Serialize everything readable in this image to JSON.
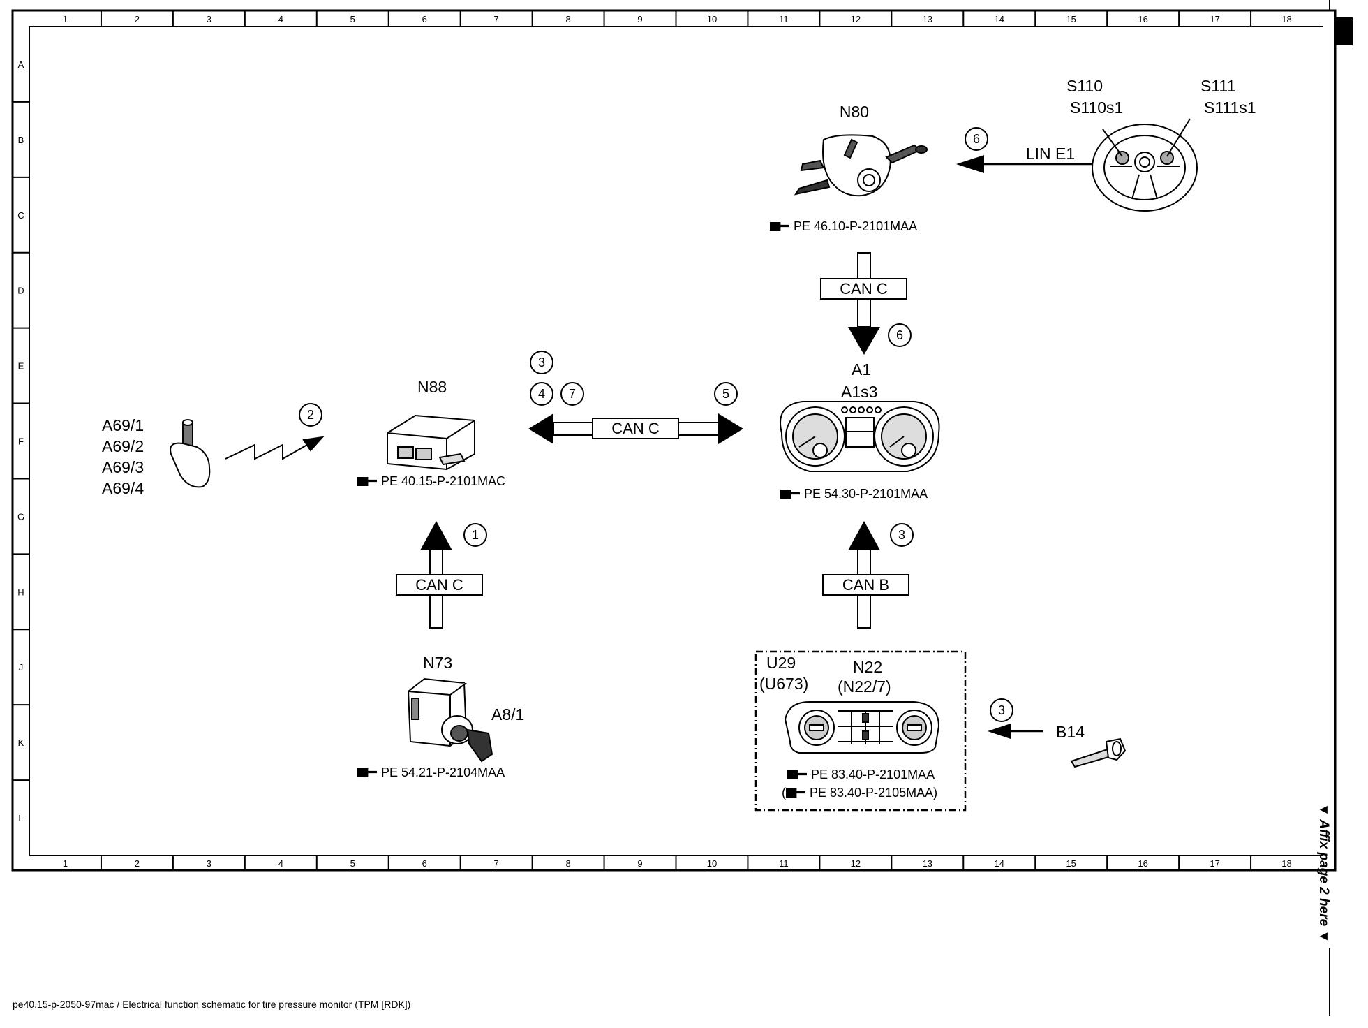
{
  "grid": {
    "columns": [
      "1",
      "2",
      "3",
      "4",
      "5",
      "6",
      "7",
      "8",
      "9",
      "10",
      "11",
      "12",
      "13",
      "14",
      "15",
      "16",
      "17",
      "18"
    ],
    "rows": [
      "A",
      "B",
      "C",
      "D",
      "E",
      "F",
      "G",
      "H",
      "J",
      "K",
      "L"
    ]
  },
  "components": {
    "n80": {
      "label": "N80",
      "ref": "PE 46.10-P-2101MAA"
    },
    "steering_wheel": {
      "label_left_1": "S110",
      "label_left_2": "S110s1",
      "label_right_1": "S111",
      "label_right_2": "S111s1"
    },
    "a1": {
      "label_1": "A1",
      "label_2": "A1s3",
      "ref": "PE 54.30-P-2101MAA"
    },
    "n88": {
      "label": "N88",
      "ref": "PE 40.15-P-2101MAC"
    },
    "a69": {
      "labels": [
        "A69/1",
        "A69/2",
        "A69/3",
        "A69/4"
      ]
    },
    "n73": {
      "label": "N73",
      "sub_label": "A8/1",
      "ref": "PE 54.21-P-2104MAA"
    },
    "n22": {
      "label_u29": "U29",
      "label_u673": "(U673)",
      "label_n22": "N22",
      "label_n22_7": "(N22/7)",
      "ref_1": "PE 83.40-P-2101MAA",
      "ref_2_prefix": "(",
      "ref_2": "PE 83.40-P-2105MAA)"
    },
    "b14": {
      "label": "B14"
    }
  },
  "buses": {
    "lin_e1": "LIN E1",
    "can_c_vertical": "CAN C",
    "can_c_horizontal": "CAN C",
    "can_c_n73": "CAN C",
    "can_b": "CAN B"
  },
  "steps": {
    "s6_lin": "6",
    "s6_can": "6",
    "s3_top": "3",
    "s4": "4",
    "s7": "7",
    "s5": "5",
    "s2": "2",
    "s1": "1",
    "s3_canb": "3",
    "s3_b14": "3"
  },
  "footer": "pe40.15-p-2050-97mac / Electrical function schematic for tire pressure monitor (TPM [RDK])",
  "affix_note": "▼ Affix page 2 here ▼"
}
